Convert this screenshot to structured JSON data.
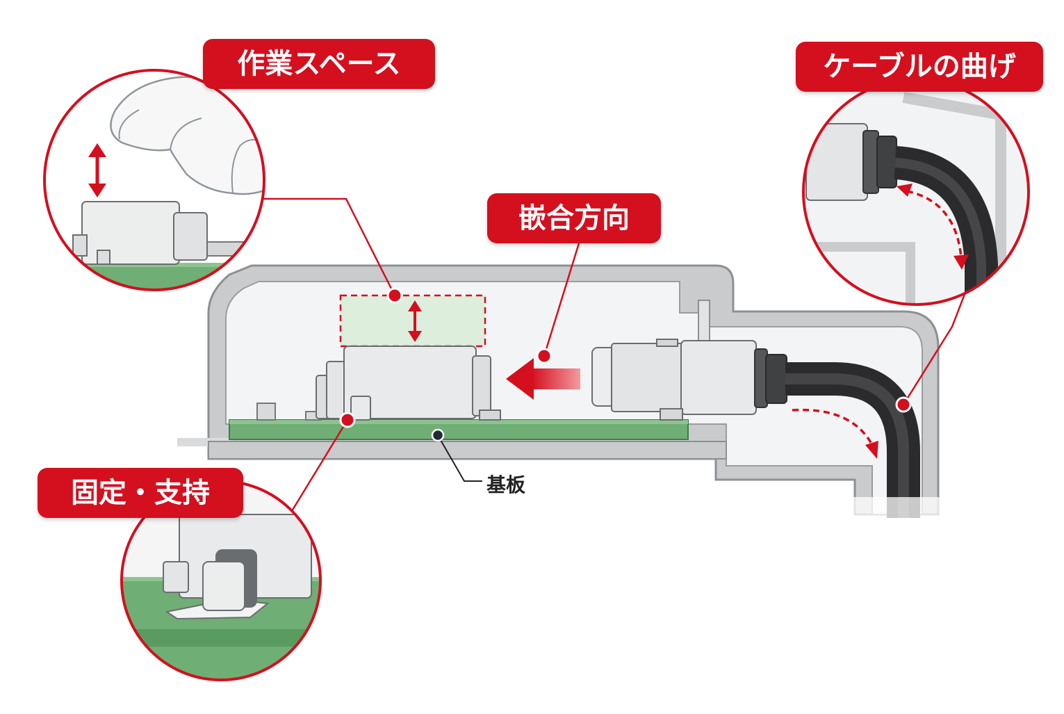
{
  "labels": {
    "work_space": "作業スペース",
    "cable_bend": "ケーブルの曲げ",
    "mating_direction": "嵌合方向",
    "fix_support": "固定・支持",
    "board": "基板"
  },
  "colors": {
    "accent": "#d40f1e",
    "board_green": "#6fae74",
    "housing_gray": "#c9cbcd",
    "cable_dark": "#3b3b3d"
  }
}
